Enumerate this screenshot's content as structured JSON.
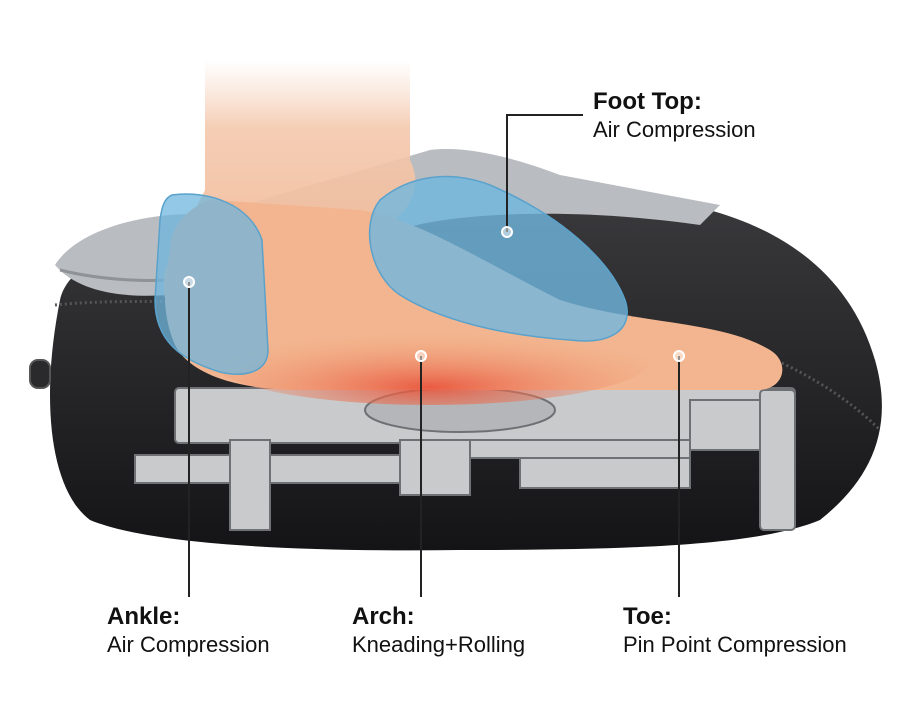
{
  "zones": {
    "foot_top": {
      "title": "Foot Top:",
      "desc": "Air Compression"
    },
    "ankle": {
      "title": "Ankle:",
      "desc": "Air Compression"
    },
    "arch": {
      "title": "Arch:",
      "desc": "Kneading+Rolling"
    },
    "toe": {
      "title": "Toe:",
      "desc": "Pin Point Compression"
    }
  },
  "colors": {
    "shell": "#1e1e20",
    "cuff": "#b9bcc0",
    "mechanism": "#c8cacc",
    "skin": "#f2b58f",
    "heat": "#e8523a",
    "air_zone": "#6fb6de",
    "leader": "#222222"
  }
}
